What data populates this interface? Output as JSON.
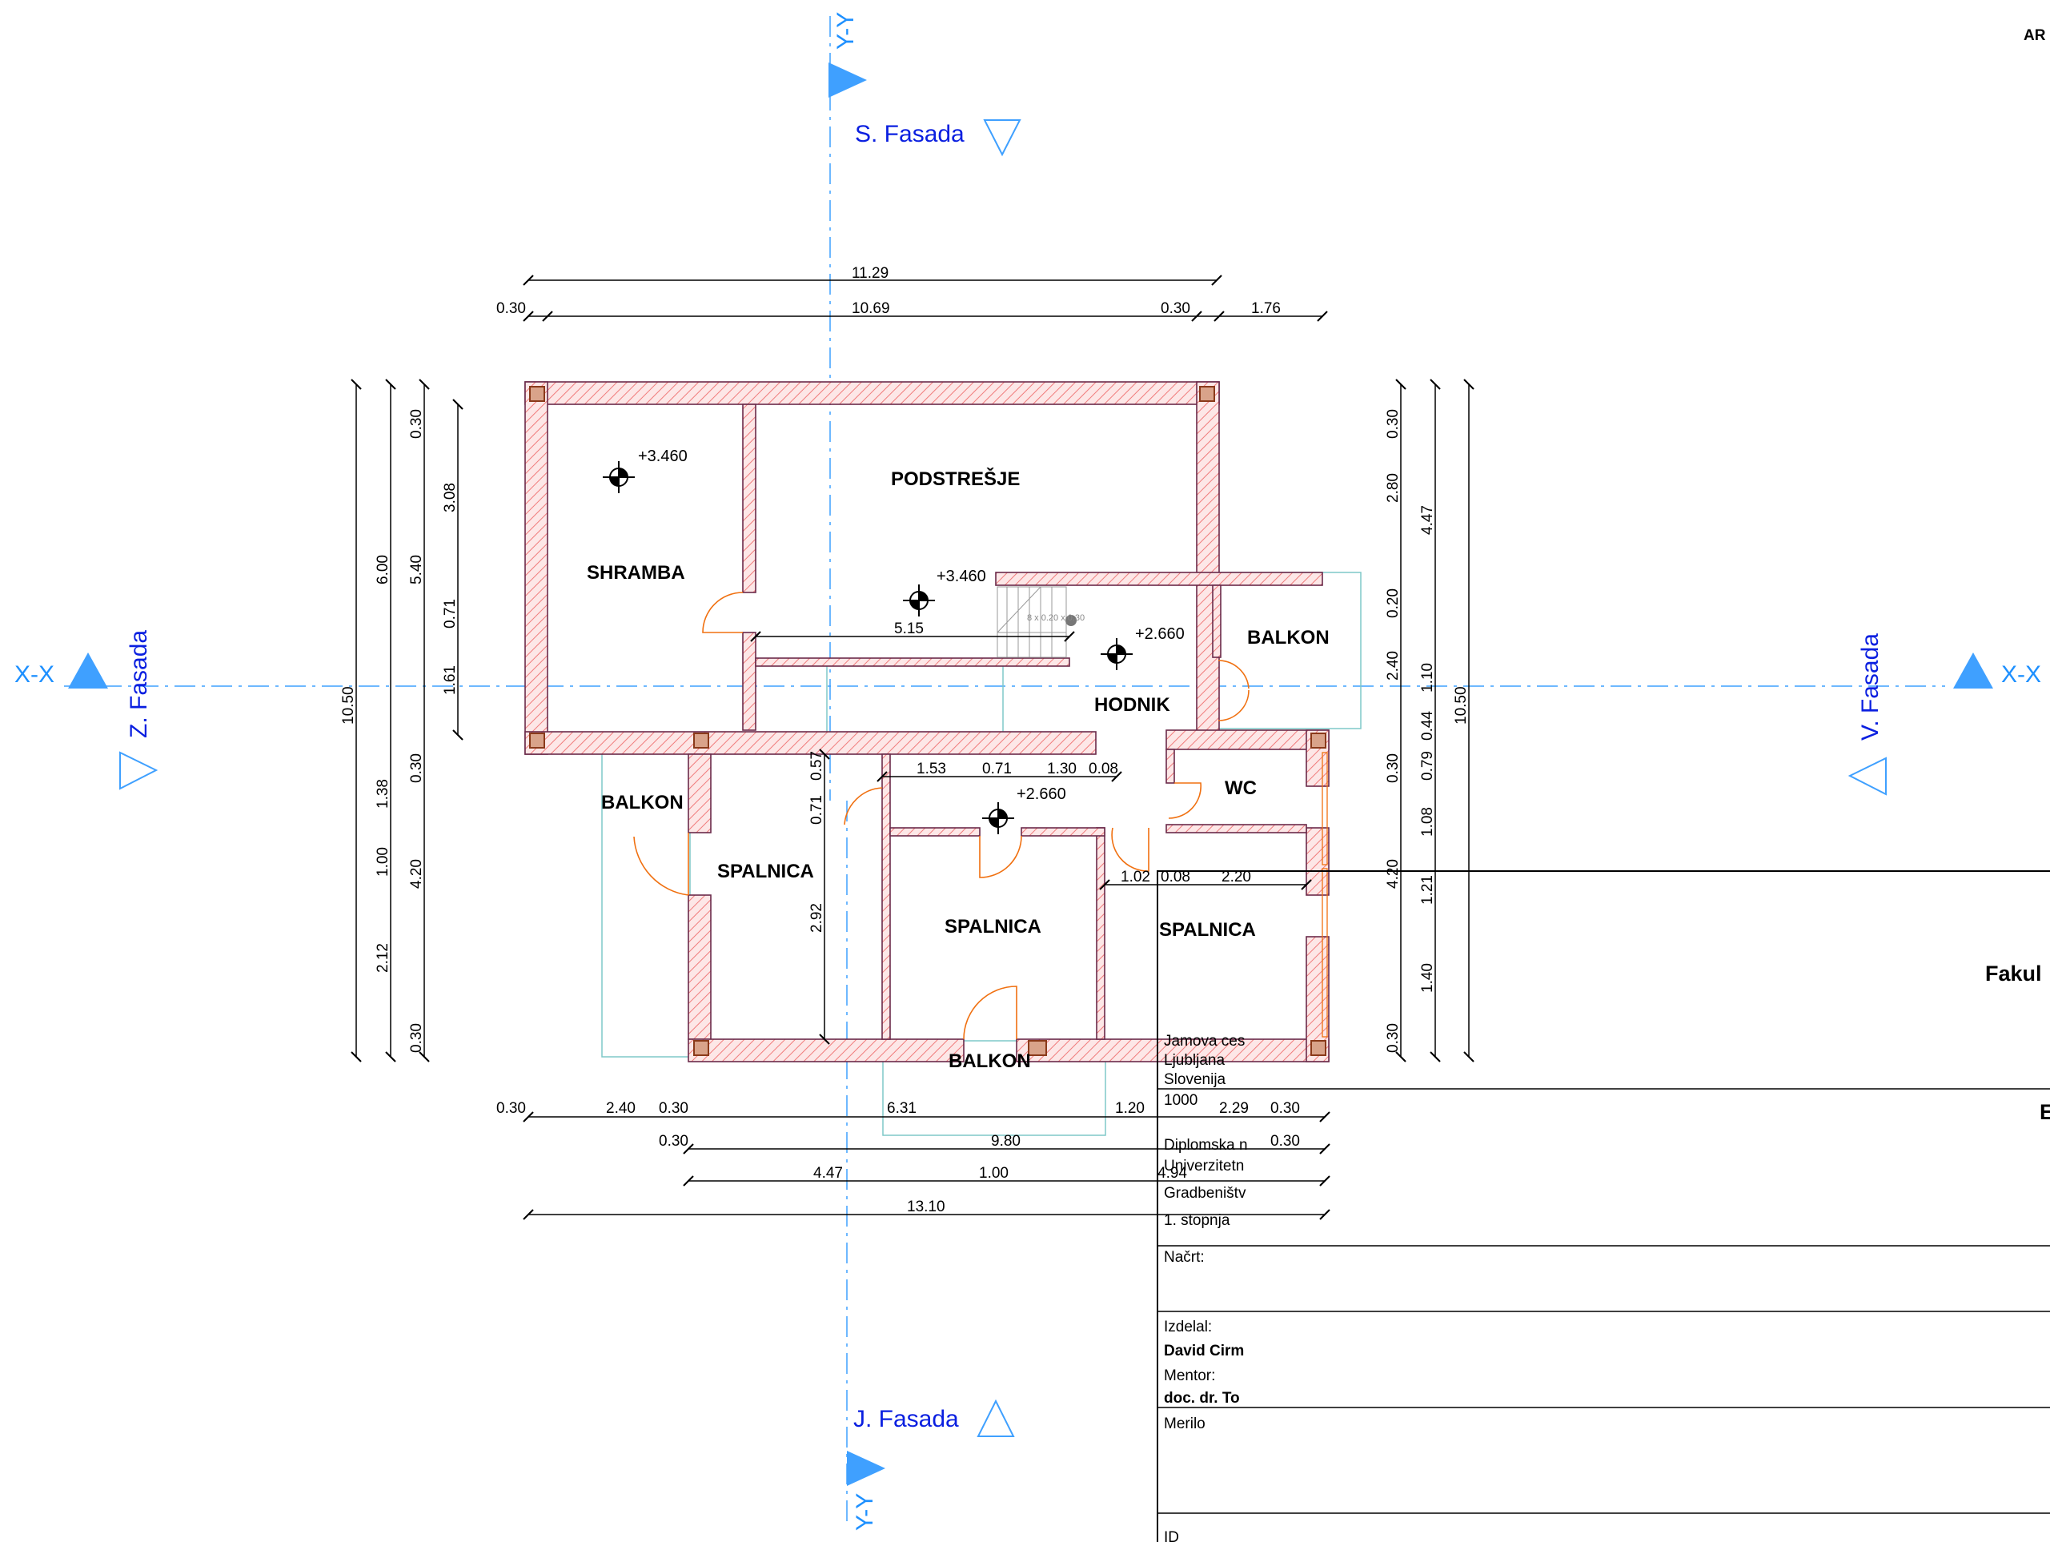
{
  "sections": {
    "xx": "X-X",
    "yy": "Y-Y"
  },
  "facades": {
    "north": "S. Fasada",
    "south": "J. Fasada",
    "west": "Z. Fasada",
    "east": "V. Fasada"
  },
  "rooms": {
    "shramba": "SHRAMBA",
    "podstresje": "PODSTREŠJE",
    "hodnik": "HODNIK",
    "balkon_east": "BALKON",
    "balkon_west": "BALKON",
    "balkon_south": "BALKON",
    "wc": "WC",
    "spalnica_w": "SPALNICA",
    "spalnica_c": "SPALNICA",
    "spalnica_e": "SPALNICA"
  },
  "levels": {
    "shramba": "+3.460",
    "podstresje": "+3.460",
    "hodnik": "+2.660",
    "lower": "+2.660"
  },
  "stair_note": "8 x 0.20 x 0.30",
  "dims": {
    "top": {
      "t1": "11.29",
      "t2a": "0.30",
      "t2b": "10.69",
      "t2c": "0.30",
      "t2d": "1.76"
    },
    "bottom": {
      "r1": [
        "0.30",
        "2.40",
        "0.30",
        "6.31",
        "1.20",
        "2.29",
        "0.30"
      ],
      "r2": [
        "0.30",
        "9.80",
        "0.30"
      ],
      "r3": [
        "4.47",
        "1.00",
        "4.94"
      ],
      "r4": "13.10"
    },
    "left": {
      "c1": "10.50",
      "c2a": "6.00",
      "c2b": "1.38",
      "c2c": "1.00",
      "c2d": "2.12",
      "c3a": "0.30",
      "c3b": "5.40",
      "c3c": "0.30",
      "c3d": "4.20",
      "c3e": "0.30",
      "c4a": "3.08",
      "c4b": "0.71",
      "c4c": "1.61"
    },
    "right": {
      "c1a": "0.30",
      "c1b": "2.80",
      "c1c": "0.20",
      "c1d": "2.40",
      "c1e": "0.30",
      "c1f": "4.20",
      "c1g": "0.30",
      "c2a": "4.47",
      "c2b": "1.10",
      "c2c": "0.44",
      "c2d": "0.79",
      "c2e": "1.08",
      "c2f": "1.21",
      "c2g": "1.40",
      "c3": "10.50"
    },
    "inner": {
      "d515": "5.15",
      "d153": "1.53",
      "d071": "0.71",
      "d130": "1.30",
      "d008a": "0.08",
      "d057": "0.57",
      "d071v": "0.71",
      "d292": "2.92",
      "d102": "1.02",
      "d008b": "0.08",
      "d220": "2.20"
    }
  },
  "title_block": {
    "corner": "AR",
    "faculty": "Fakul",
    "address": [
      "Jamova ces",
      "Ljubljana",
      "Slovenija",
      "1000"
    ],
    "head2": "E",
    "study": [
      "Diplomska n",
      "Univerzitetn",
      "Gradbeništv",
      "1. stopnja"
    ],
    "plan_label": "Načrt:",
    "author_label": "Izdelal:",
    "author": "David Cirm",
    "mentor_label": "Mentor:",
    "mentor": "doc. dr. To",
    "scale_label": "Merilo",
    "bottom_label": "ID"
  },
  "colors": {
    "wall": "#e03030",
    "hatch": "#f28080",
    "wallFill": "#fde7e7",
    "dimension": "#000000",
    "axis": "#3fa0ff",
    "facade": "#0a1fe0",
    "door": "#f07010",
    "outline": "#7fc8c8"
  }
}
